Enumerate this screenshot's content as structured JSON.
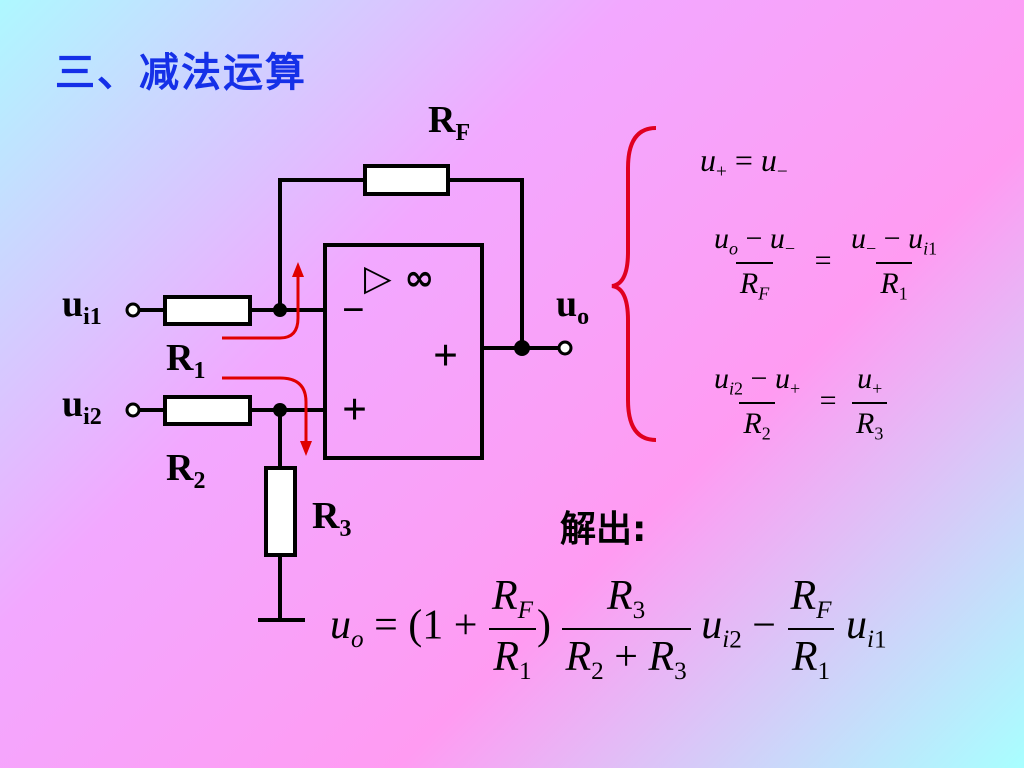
{
  "title": "三、减法运算",
  "circuit": {
    "rf": "R",
    "rf_sub": "F",
    "ui1": "u",
    "ui1_sub": "i1",
    "ui2": "u",
    "ui2_sub": "i2",
    "uo": "u",
    "uo_sub": "o",
    "r1": "R",
    "r1_sub": "1",
    "r2": "R",
    "r2_sub": "2",
    "r3": "R",
    "r3_sub": "3",
    "opamp_symbol": "▷ ∞",
    "minus": "−",
    "plus_in": "+",
    "plus_out": "+"
  },
  "equations": {
    "eq1": "u₊ = u₋",
    "eq2": "(u_o − u₋)/R_F = (u₋ − u_i1)/R₁",
    "eq3": "(u_i2 − u₊)/R₂ = u₊/R₃"
  },
  "solve_label": "解出:",
  "result": "u_o = (1 + R_F/R₁) · R₃/(R₂ + R₃) · u_i2 − (R_F/R₁) · u_i1",
  "colors": {
    "title": "#1530e8",
    "arrows": "#e00000",
    "brace": "#e00020"
  }
}
